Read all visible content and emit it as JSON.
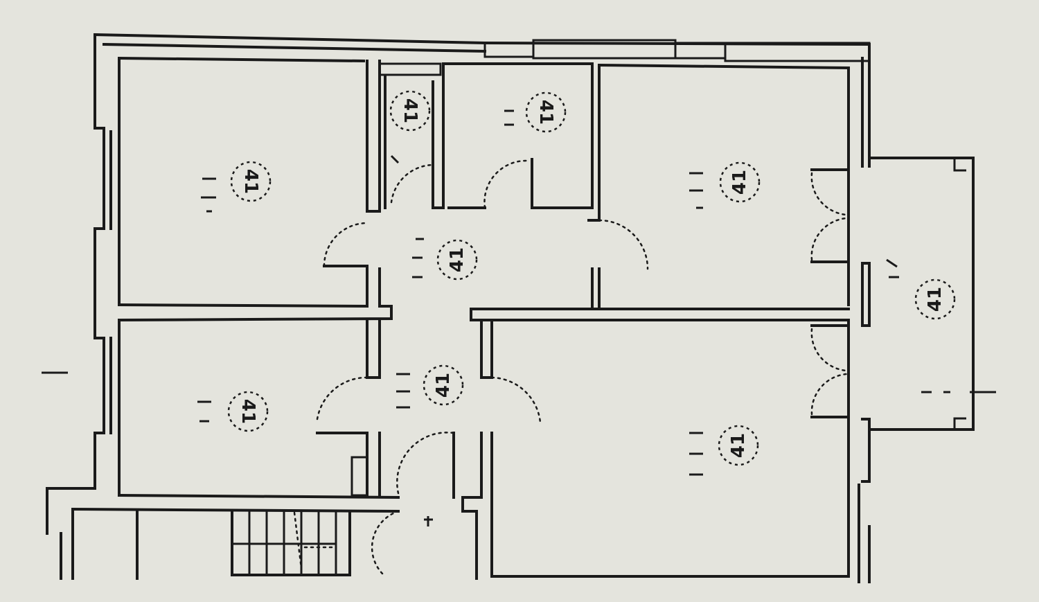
{
  "plan": {
    "room_tags": [
      {
        "id": "hall-upper",
        "text": "41"
      },
      {
        "id": "hall-lower",
        "text": "41"
      },
      {
        "id": "bedroom-ne",
        "text": "41"
      },
      {
        "id": "living",
        "text": "41"
      },
      {
        "id": "balcony",
        "text": "41"
      },
      {
        "id": "toilet",
        "text": "41"
      },
      {
        "id": "bath",
        "text": "41"
      },
      {
        "id": "bedroom-nw",
        "text": "41"
      },
      {
        "id": "bedroom-sw",
        "text": "41"
      }
    ]
  }
}
